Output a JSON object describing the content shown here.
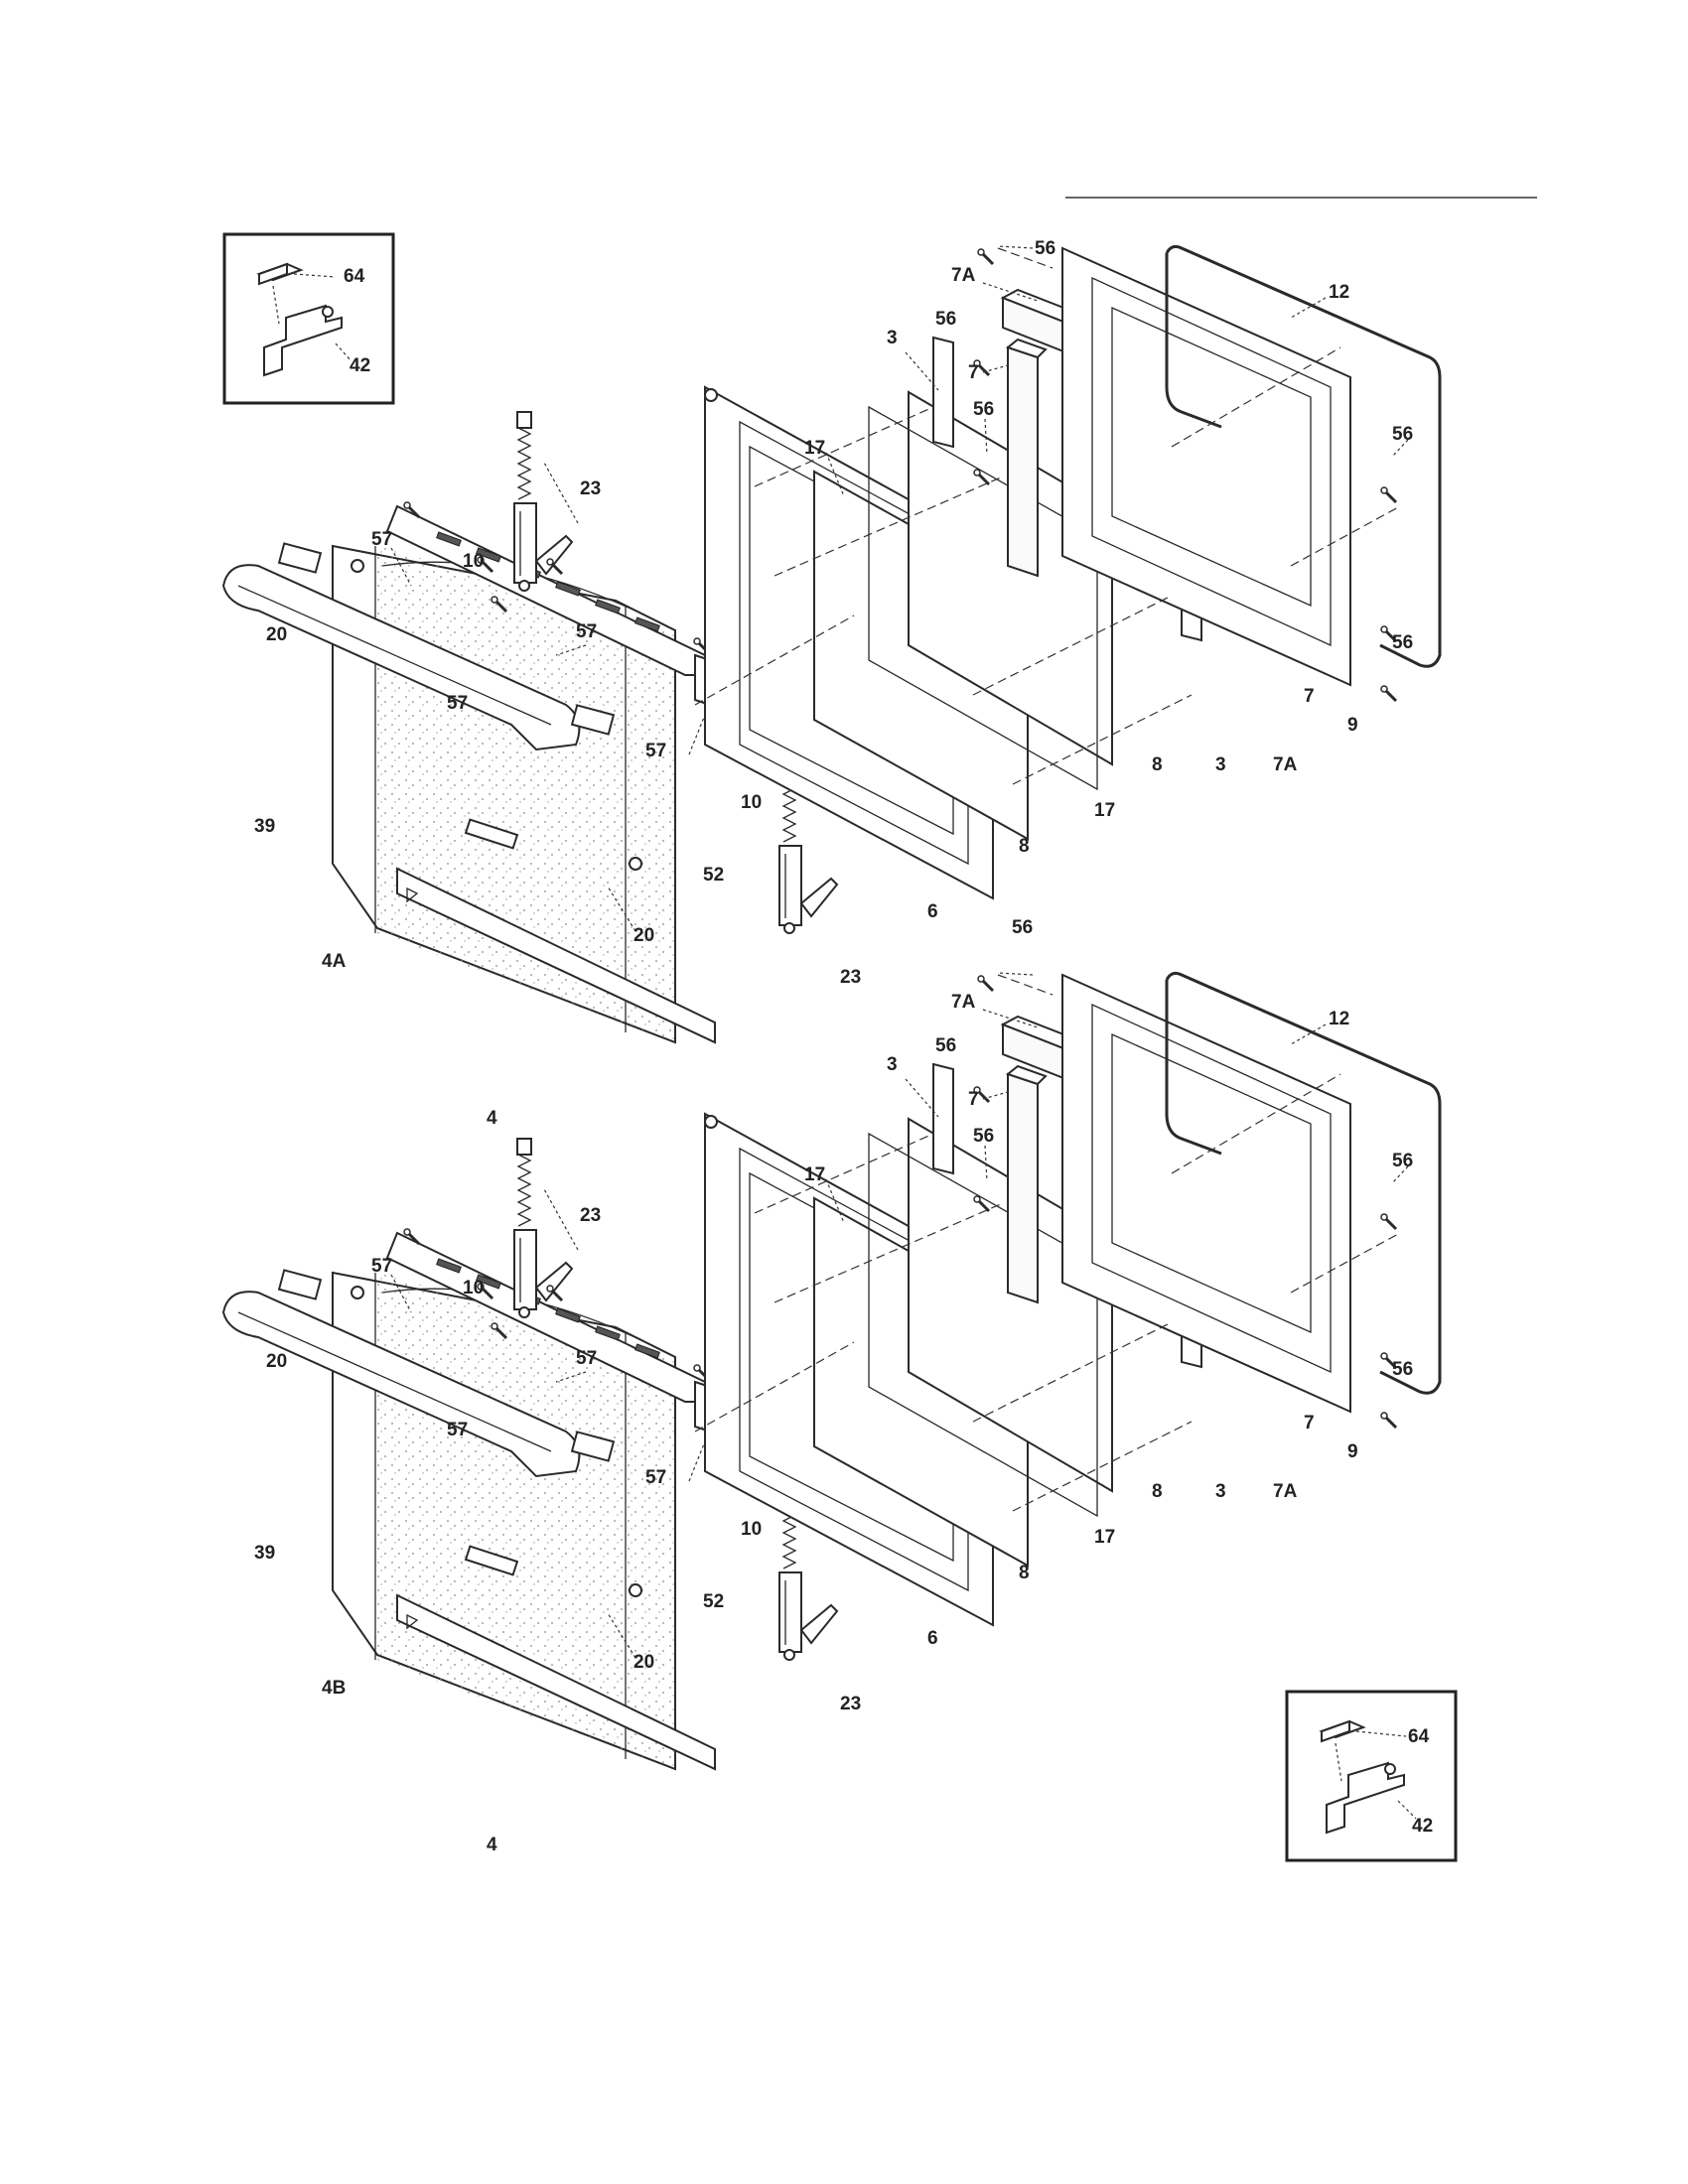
{
  "upper_assembly": {
    "inset_labels": [
      "64",
      "42"
    ],
    "labels": [
      "56",
      "7A",
      "12",
      "56",
      "3",
      "7",
      "56",
      "56",
      "17",
      "23",
      "57",
      "10",
      "57",
      "20",
      "57",
      "57",
      "56",
      "7",
      "9",
      "8",
      "3",
      "7A",
      "39",
      "17",
      "10",
      "8",
      "52",
      "20",
      "6",
      "4A",
      "23",
      "4"
    ]
  },
  "lower_assembly": {
    "inset_labels": [
      "64",
      "42"
    ],
    "labels": [
      "56",
      "7A",
      "12",
      "56",
      "3",
      "7",
      "56",
      "56",
      "17",
      "23",
      "57",
      "10",
      "57",
      "20",
      "57",
      "57",
      "56",
      "7",
      "9",
      "8",
      "3",
      "7A",
      "39",
      "17",
      "10",
      "8",
      "52",
      "20",
      "6",
      "4B",
      "23",
      "4"
    ]
  }
}
